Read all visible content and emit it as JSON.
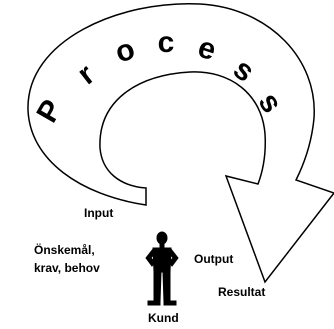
{
  "diagram": {
    "process_letters": [
      "P",
      "r",
      "o",
      "c",
      "e",
      "s",
      "s"
    ],
    "labels": {
      "input": "Input",
      "needs_line1": "Önskemål,",
      "needs_line2": "krav, behov",
      "output": "Output",
      "result": "Resultat",
      "customer": "Kund"
    },
    "colors": {
      "stroke": "#000000",
      "fill": "#ffffff",
      "text": "#000000"
    },
    "icons": {
      "customer": "person-figure-icon"
    }
  }
}
